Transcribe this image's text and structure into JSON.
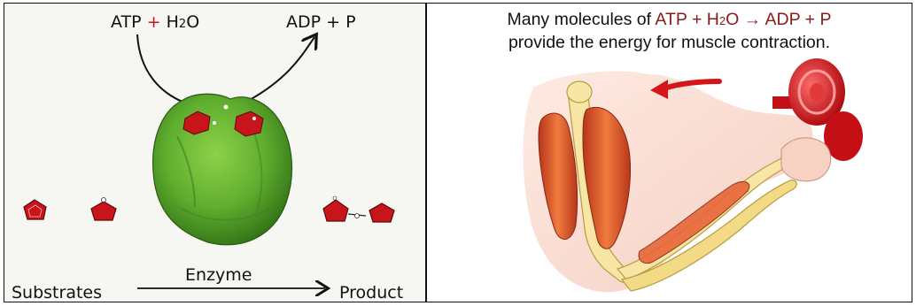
{
  "left_panel": {
    "reactant_prefix": "ATP",
    "reactant_plus": "+",
    "reactant_water_h": "H",
    "reactant_water_sub": "2",
    "reactant_water_o": "O",
    "product_eq": "ADP + P",
    "enzyme_label": "Enzyme",
    "substrates_label": "Substrates",
    "product_label": "Product"
  },
  "right_panel": {
    "caption_line1_prefix": "Many molecules of ",
    "caption_line1_colored": "ATP + H",
    "caption_sub": "2",
    "caption_line1_colored2": "O → ADP + P",
    "caption_line2": "provide the energy for muscle contraction."
  },
  "colors": {
    "substrate_red": "#c8151b",
    "enzyme_green": "#5fae2e",
    "caption_accent": "#8b1a1a"
  }
}
